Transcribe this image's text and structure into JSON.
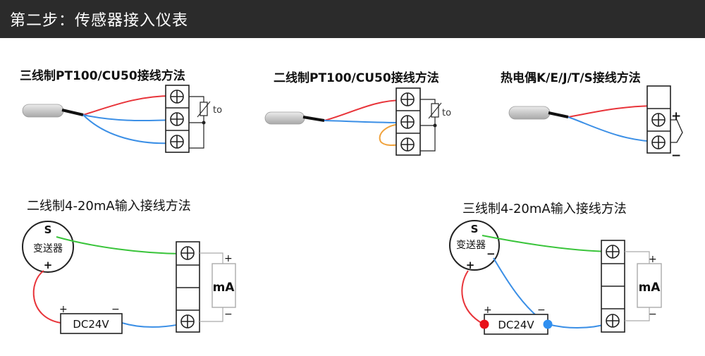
{
  "header": {
    "title": "第二步：传感器接入仪表"
  },
  "sections": {
    "rtd3": {
      "title": "三线制PT100/CU50接线方法",
      "temp_label": "to"
    },
    "rtd2": {
      "title": "二线制PT100/CU50接线方法",
      "temp_label": "to"
    },
    "tc": {
      "title": "热电偶K/E/J/T/S接线方法",
      "plus": "+",
      "minus": "−"
    },
    "loop2": {
      "title": "二线制4-20mA输入接线方法",
      "transmitter_s": "S",
      "transmitter_label": "变送器",
      "transmitter_plus": "+",
      "psu_label": "DC24V",
      "psu_plus": "+",
      "psu_minus": "−",
      "meter_label": "mA",
      "meter_plus": "+",
      "meter_minus": "−"
    },
    "loop3": {
      "title": "三线制4-20mA输入接线方法",
      "transmitter_s": "S",
      "transmitter_label": "变送器",
      "transmitter_plus": "+",
      "transmitter_minus": "−",
      "psu_label": "DC24V",
      "psu_plus": "+",
      "psu_minus": "−",
      "meter_label": "mA",
      "meter_plus": "+",
      "meter_minus": "−"
    }
  },
  "colors": {
    "header_bg": "#2b2b2b",
    "red_wire": "#e8343a",
    "blue_wire": "#3b8fe6",
    "green_wire": "#39c43a",
    "orange_wire": "#f0a23c",
    "red_dot": "#e8111a",
    "blue_dot": "#2f8ff0"
  }
}
